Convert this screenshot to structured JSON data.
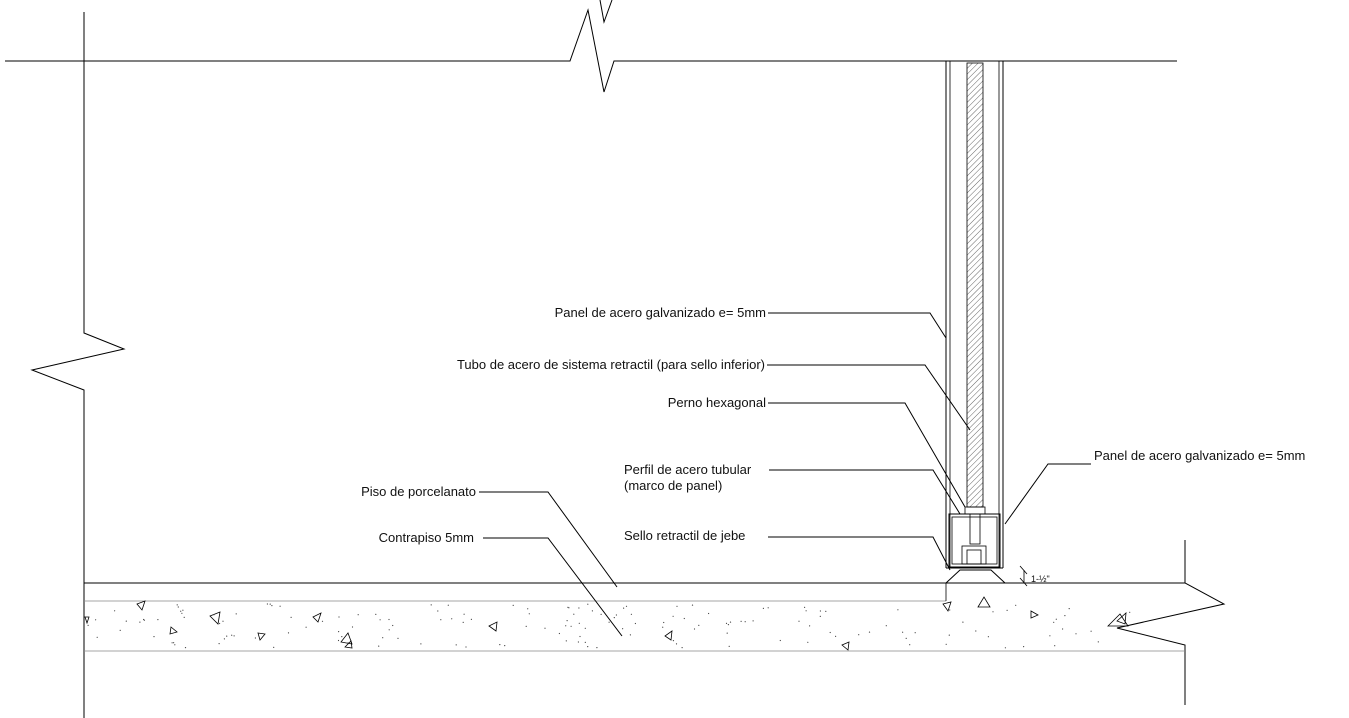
{
  "labels": {
    "panel_acero_left": "Panel de acero galvanizado e= 5mm",
    "tubo_acero": "Tubo de acero de sistema retractil (para sello inferior)",
    "perno": "Perno hexagonal",
    "perfil_line1": "Perfil de acero tubular",
    "perfil_line2": "(marco de panel)",
    "sello": "Sello retractil de jebe",
    "piso": "Piso de porcelanato",
    "contrapiso": "Contrapiso 5mm",
    "panel_acero_right": "Panel de acero galvanizado e= 5mm"
  },
  "dimension": {
    "value": "1-½\""
  },
  "colors": {
    "line": "#000000",
    "hatch": "#555555",
    "background": "#ffffff"
  }
}
